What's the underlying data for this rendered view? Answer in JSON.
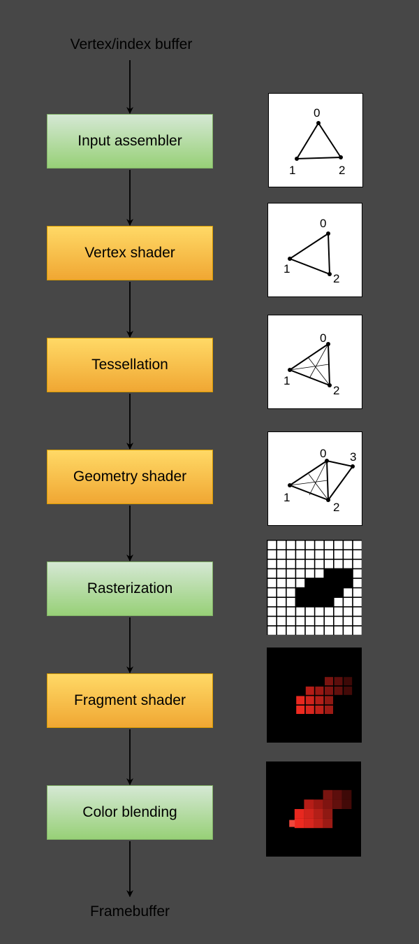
{
  "input_label": "Vertex/index buffer",
  "output_label": "Framebuffer",
  "stages": [
    {
      "label": "Input assembler",
      "kind": "fixed"
    },
    {
      "label": "Vertex shader",
      "kind": "programmable"
    },
    {
      "label": "Tessellation",
      "kind": "programmable"
    },
    {
      "label": "Geometry shader",
      "kind": "programmable"
    },
    {
      "label": "Rasterization",
      "kind": "fixed"
    },
    {
      "label": "Fragment shader",
      "kind": "programmable"
    },
    {
      "label": "Color blending",
      "kind": "fixed"
    }
  ],
  "vertex_labels": [
    "0",
    "1",
    "2",
    "3"
  ],
  "colors": {
    "background": "#474747",
    "fixed_stage_fill": [
      "#d5e8d4",
      "#97d077"
    ],
    "fixed_stage_border": "#82b366",
    "programmable_stage_fill": [
      "#ffd966",
      "#f0a733"
    ],
    "programmable_stage_border": "#d79b00"
  }
}
